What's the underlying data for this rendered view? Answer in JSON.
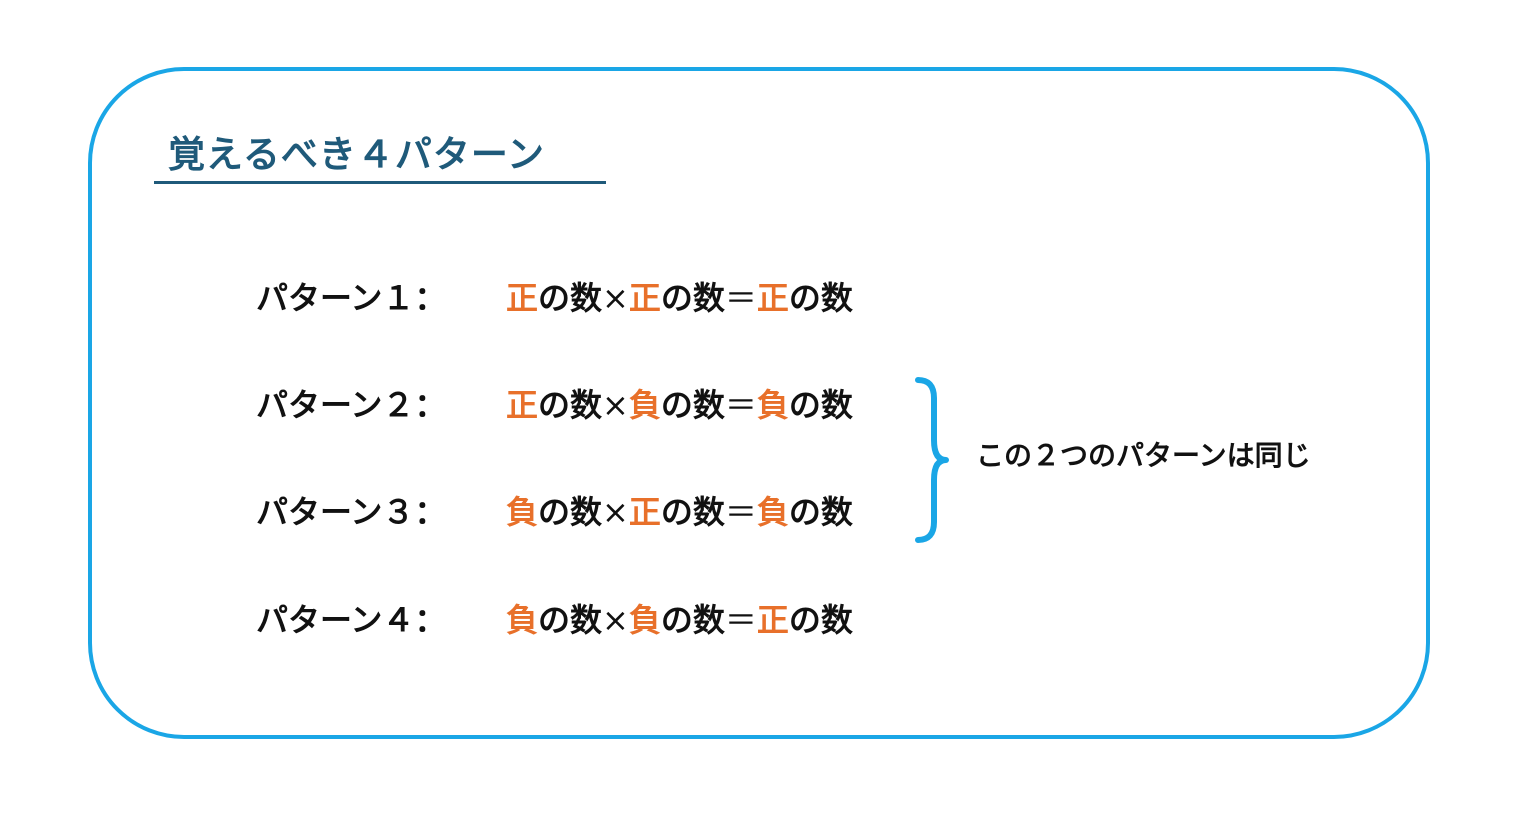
{
  "title": "覚えるべき４パターン",
  "patterns": [
    {
      "label": "パターン１：",
      "a": "正",
      "tail1": "の数",
      "times": "×",
      "b": "正",
      "tail2": "の数",
      "eq": "＝",
      "c": "正",
      "tail3": "の数"
    },
    {
      "label": "パターン２：",
      "a": "正",
      "tail1": "の数",
      "times": "×",
      "b": "負",
      "tail2": "の数",
      "eq": "＝",
      "c": "負",
      "tail3": "の数"
    },
    {
      "label": "パターン３：",
      "a": "負",
      "tail1": "の数",
      "times": "×",
      "b": "正",
      "tail2": "の数",
      "eq": "＝",
      "c": "負",
      "tail3": "の数"
    },
    {
      "label": "パターン４：",
      "a": "負",
      "tail1": "の数",
      "times": "×",
      "b": "負",
      "tail2": "の数",
      "eq": "＝",
      "c": "正",
      "tail3": "の数"
    }
  ],
  "note": "この２つのパターンは同じ",
  "colors": {
    "border": "#1aa6e6",
    "title": "#1f5a7a",
    "highlight": "#e8702a",
    "text": "#111111"
  }
}
